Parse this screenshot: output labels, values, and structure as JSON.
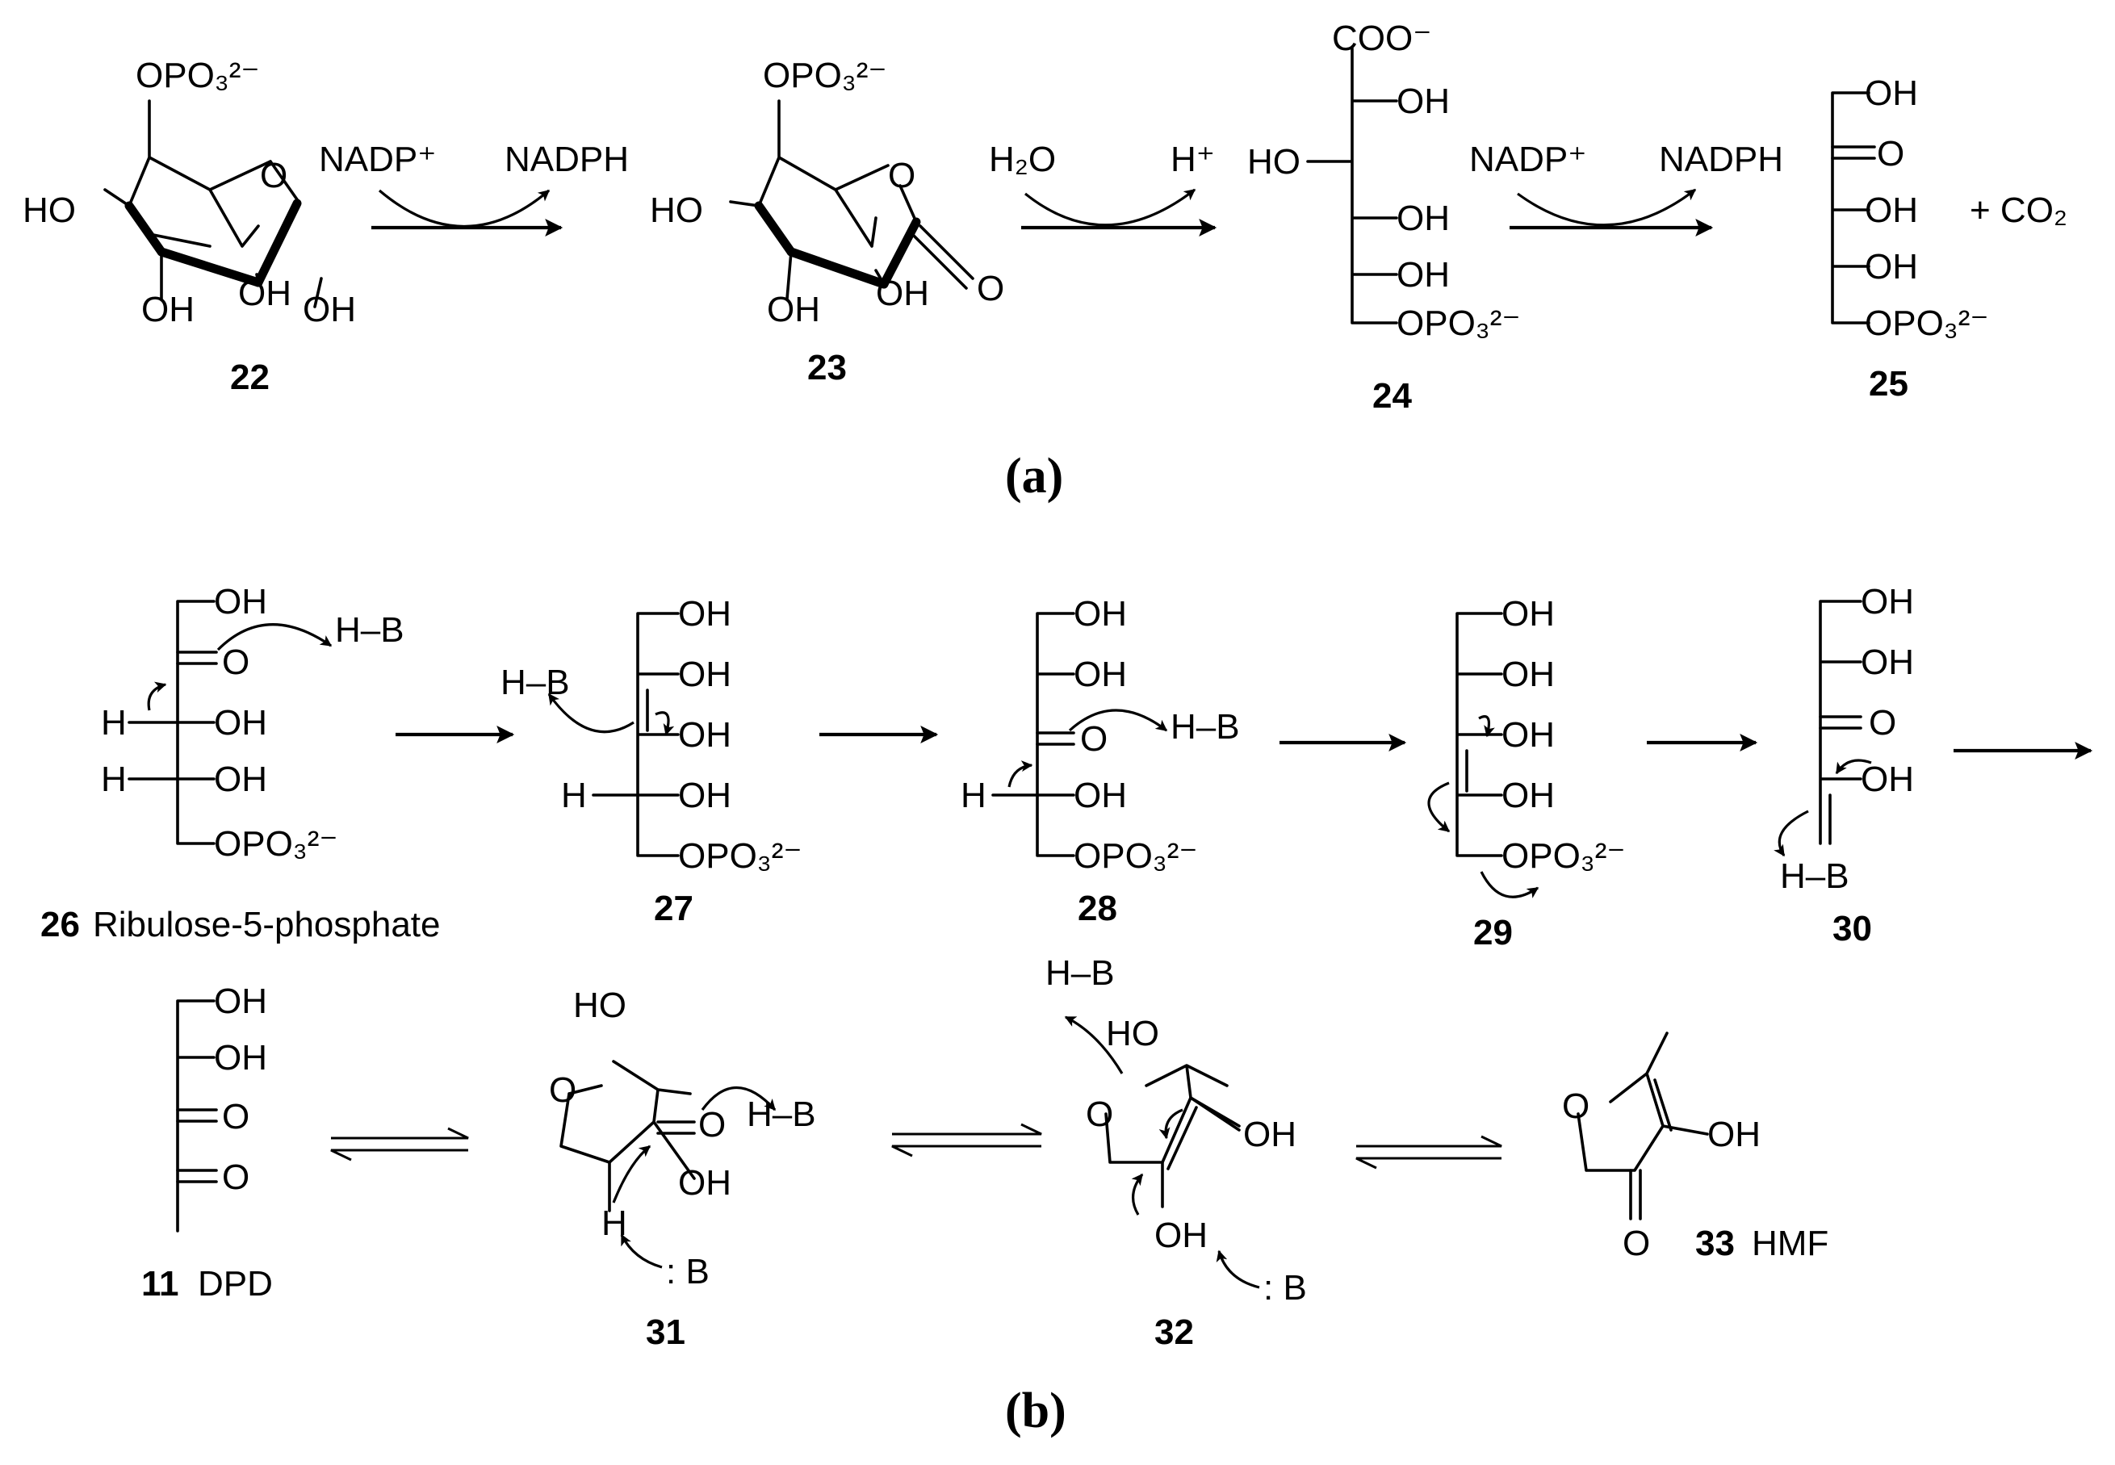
{
  "panels": {
    "a": "(a)",
    "b": "(b)"
  },
  "reagents": {
    "nadp": "NADP⁺",
    "nadph": "NADPH",
    "water": "H₂O",
    "proton": "H⁺",
    "co2": "+ CO₂",
    "acid": "H–B",
    "base": ": B"
  },
  "groups": {
    "phosphate": "OPO₃²⁻",
    "hydroxyl_right": "OH",
    "hydroxyl_left": "HO",
    "carbonyl": "O",
    "ring_o": "O",
    "carboxylate": "COO⁻",
    "hydrogen": "H"
  },
  "compounds": [
    {
      "number": "22",
      "name": ""
    },
    {
      "number": "23",
      "name": ""
    },
    {
      "number": "24",
      "name": ""
    },
    {
      "number": "25",
      "name": ""
    },
    {
      "number": "26",
      "name": "Ribulose-5-phosphate"
    },
    {
      "number": "27",
      "name": ""
    },
    {
      "number": "28",
      "name": ""
    },
    {
      "number": "29",
      "name": ""
    },
    {
      "number": "30",
      "name": ""
    },
    {
      "number": "11",
      "name": "DPD"
    },
    {
      "number": "31",
      "name": ""
    },
    {
      "number": "32",
      "name": ""
    },
    {
      "number": "33",
      "name": "HMF"
    }
  ]
}
